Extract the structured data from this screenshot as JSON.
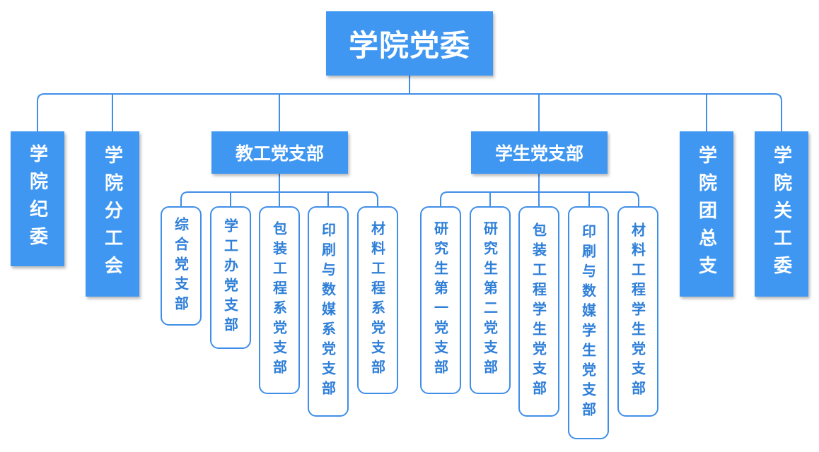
{
  "root": {
    "label": "学院党委"
  },
  "branches": [
    {
      "id": "jiwei",
      "label": "学院纪委"
    },
    {
      "id": "gonghui",
      "label": "学院分工会"
    },
    {
      "id": "jiaogong",
      "label": "教工党支部",
      "children": [
        "综合党支部",
        "学工办党支部",
        "包装工程系党支部",
        "印刷与数媒系党支部",
        "材料工程系党支部"
      ]
    },
    {
      "id": "xuesheng",
      "label": "学生党支部",
      "children": [
        "研究生第一党支部",
        "研究生第二党支部",
        "包装工程学生党支部",
        "印刷与数媒学生党支部",
        "材料工程学生党支部"
      ]
    },
    {
      "id": "tuanzongzhi",
      "label": "学院团总支"
    },
    {
      "id": "guangongwei",
      "label": "学院关工委"
    }
  ],
  "colors": {
    "fill": "#3f97f2",
    "line": "#3f8ee8",
    "text_outline": "#2f7fd8"
  }
}
